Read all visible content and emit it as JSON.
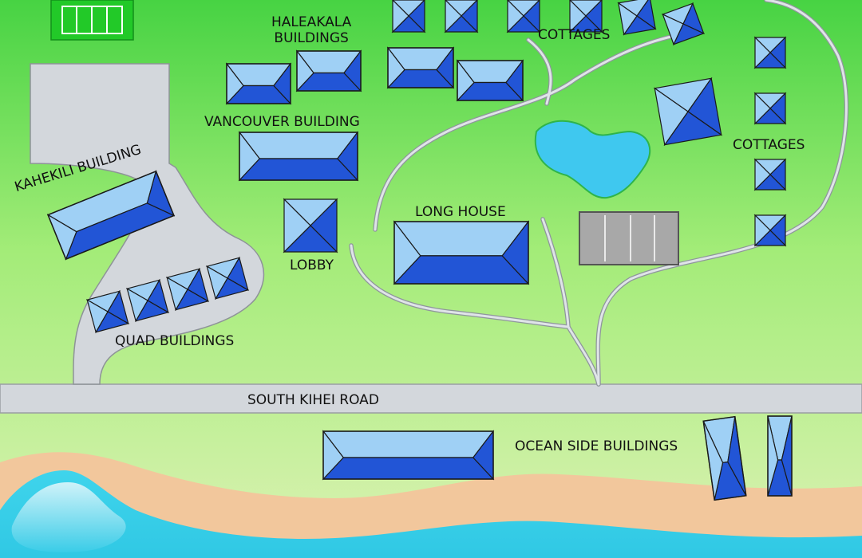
{
  "labels": {
    "haleakala": "HALEAKALA\nBUILDINGS",
    "cottages_top": "COTTAGES",
    "vancouver": "VANCOUVER BUILDING",
    "cottages_right": "COTTAGES",
    "kahekili": "KAHEKILI BUILDING",
    "long_house": "LONG HOUSE",
    "lobby": "LOBBY",
    "quad": "QUAD BUILDINGS",
    "road": "SOUTH KIHEI ROAD",
    "ocean_side": "OCEAN SIDE BUILDINGS"
  },
  "colors": {
    "grass_top": "#4fd64a",
    "grass_bottom": "#d6f0a8",
    "sand": "#f2c79a",
    "water": "#3ad1e8",
    "pond": "#3fc8ef",
    "road": "#d3d7dc",
    "roof_dark": "#2255d6",
    "roof_light": "#9fd0f5",
    "tennis": "#22c928",
    "parking": "#a9a9a9"
  }
}
